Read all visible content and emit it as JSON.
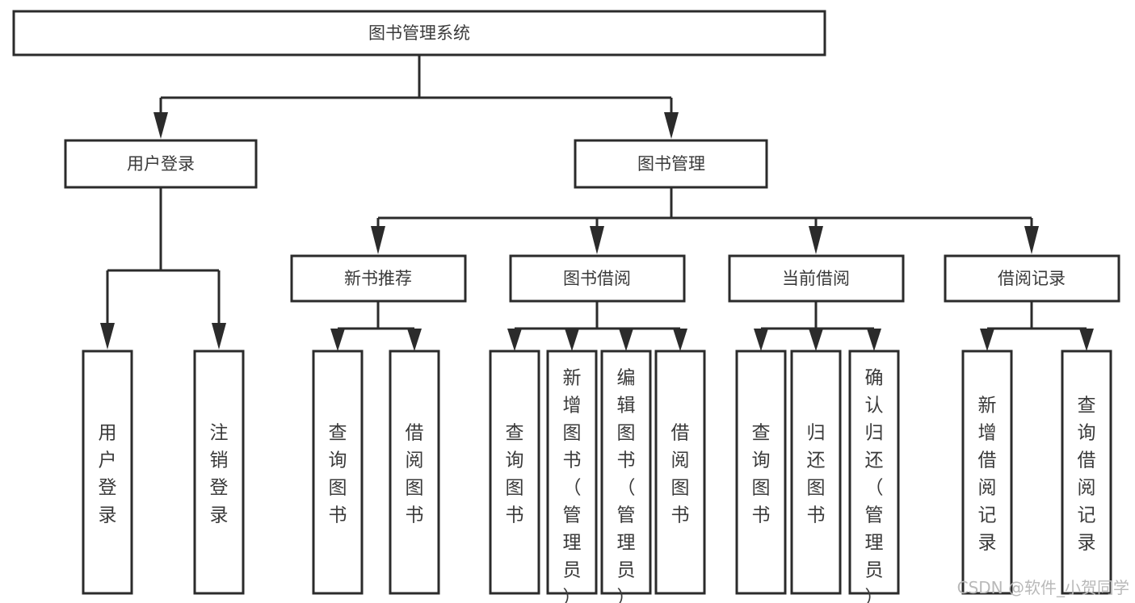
{
  "diagram": {
    "type": "hierarchy-tree",
    "title": "图书管理系统",
    "root": {
      "id": "root",
      "label": "图书管理系统",
      "orientation": "horizontal"
    },
    "level2": [
      {
        "id": "user-login",
        "label": "用户登录",
        "orientation": "horizontal"
      },
      {
        "id": "book-manage",
        "label": "图书管理",
        "orientation": "horizontal"
      }
    ],
    "level3": [
      {
        "id": "new-book-recommend",
        "label": "新书推荐",
        "orientation": "horizontal",
        "parent": "book-manage"
      },
      {
        "id": "book-borrow",
        "label": "图书借阅",
        "orientation": "horizontal",
        "parent": "book-manage"
      },
      {
        "id": "current-borrow",
        "label": "当前借阅",
        "orientation": "horizontal",
        "parent": "book-manage"
      },
      {
        "id": "borrow-record",
        "label": "借阅记录",
        "orientation": "horizontal",
        "parent": "book-manage"
      }
    ],
    "leaves": [
      {
        "id": "leaf-user-login",
        "label": "用户登录",
        "orientation": "vertical",
        "parent": "user-login",
        "align": "middle"
      },
      {
        "id": "leaf-user-logout",
        "label": "注销登录",
        "orientation": "vertical",
        "parent": "user-login",
        "align": "middle"
      },
      {
        "id": "leaf-query-book-1",
        "label": "查询图书",
        "orientation": "vertical",
        "parent": "new-book-recommend",
        "align": "middle"
      },
      {
        "id": "leaf-borrow-book-1",
        "label": "借阅图书",
        "orientation": "vertical",
        "parent": "new-book-recommend",
        "align": "middle"
      },
      {
        "id": "leaf-query-book-2",
        "label": "查询图书",
        "orientation": "vertical",
        "parent": "book-borrow",
        "align": "middle"
      },
      {
        "id": "leaf-add-book",
        "label": "新增图书（管理员）",
        "orientation": "vertical",
        "parent": "book-borrow",
        "align": "top"
      },
      {
        "id": "leaf-edit-book",
        "label": "编辑图书（管理员）",
        "orientation": "vertical",
        "parent": "book-borrow",
        "align": "top"
      },
      {
        "id": "leaf-borrow-book-2",
        "label": "借阅图书",
        "orientation": "vertical",
        "parent": "book-borrow",
        "align": "middle"
      },
      {
        "id": "leaf-query-book-3",
        "label": "查询图书",
        "orientation": "vertical",
        "parent": "current-borrow",
        "align": "middle"
      },
      {
        "id": "leaf-return-book",
        "label": "归还图书",
        "orientation": "vertical",
        "parent": "current-borrow",
        "align": "middle"
      },
      {
        "id": "leaf-confirm-return",
        "label": "确认归还（管理员）",
        "orientation": "vertical",
        "parent": "current-borrow",
        "align": "top"
      },
      {
        "id": "leaf-add-record",
        "label": "新增借阅记录",
        "orientation": "vertical",
        "parent": "borrow-record",
        "align": "middle"
      },
      {
        "id": "leaf-query-record",
        "label": "查询借阅记录",
        "orientation": "vertical",
        "parent": "borrow-record",
        "align": "middle"
      }
    ],
    "colors": {
      "box_stroke": "#2b2b2b",
      "box_fill": "#ffffff",
      "text": "#3a3a3a",
      "connector": "#2b2b2b",
      "watermark": "#b9b9b9",
      "background": "#ffffff"
    }
  },
  "watermark": {
    "text": "CSDN @软件_小贺同学"
  }
}
